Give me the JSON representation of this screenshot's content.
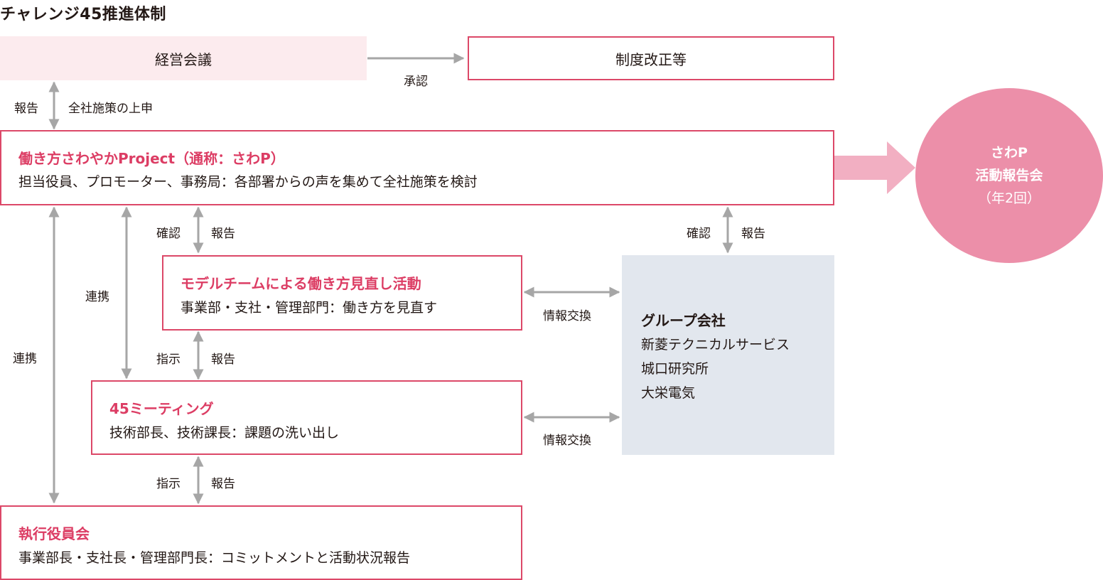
{
  "title": "チャレンジ45推進体制",
  "top": {
    "mgmt_meeting": "経営会議",
    "system_revision": "制度改正等",
    "approval": "承認"
  },
  "mgmt_links": {
    "report": "報告",
    "proposal": "全社施策の上申"
  },
  "project": {
    "title": "働き方さわやかProject（通称：さわP）",
    "desc": "担当役員、プロモーター、事務局：各部署からの声を集めて全社施策を検討"
  },
  "circle": {
    "line1": "さわP",
    "line2": "活動報告会",
    "line3": "（年2回）"
  },
  "model_team": {
    "title": "モデルチームによる働き方見直し活動",
    "desc": "事業部・支社・管理部門：働き方を見直す"
  },
  "meeting45": {
    "title": "45ミーティング",
    "desc": "技術部長、技術課長：課題の洗い出し"
  },
  "executive": {
    "title": "執行役員会",
    "desc": "事業部長・支社長・管理部門長：コミットメントと活動状況報告"
  },
  "group": {
    "title": "グループ会社",
    "companies": [
      "新菱テクニカルサービス",
      "城口研究所",
      "大栄電気"
    ]
  },
  "labels": {
    "confirm": "確認",
    "report": "報告",
    "collab": "連携",
    "instruct": "指示",
    "info_exchange": "情報交換"
  },
  "colors": {
    "accent_red": "#dc3d64",
    "pink_fill": "#fcebee",
    "circle_pink": "#ec8fa9",
    "arrow_pink": "#f2afc2",
    "gray_box": "#e2e7ee",
    "arrow_gray": "#a6a6a6"
  }
}
